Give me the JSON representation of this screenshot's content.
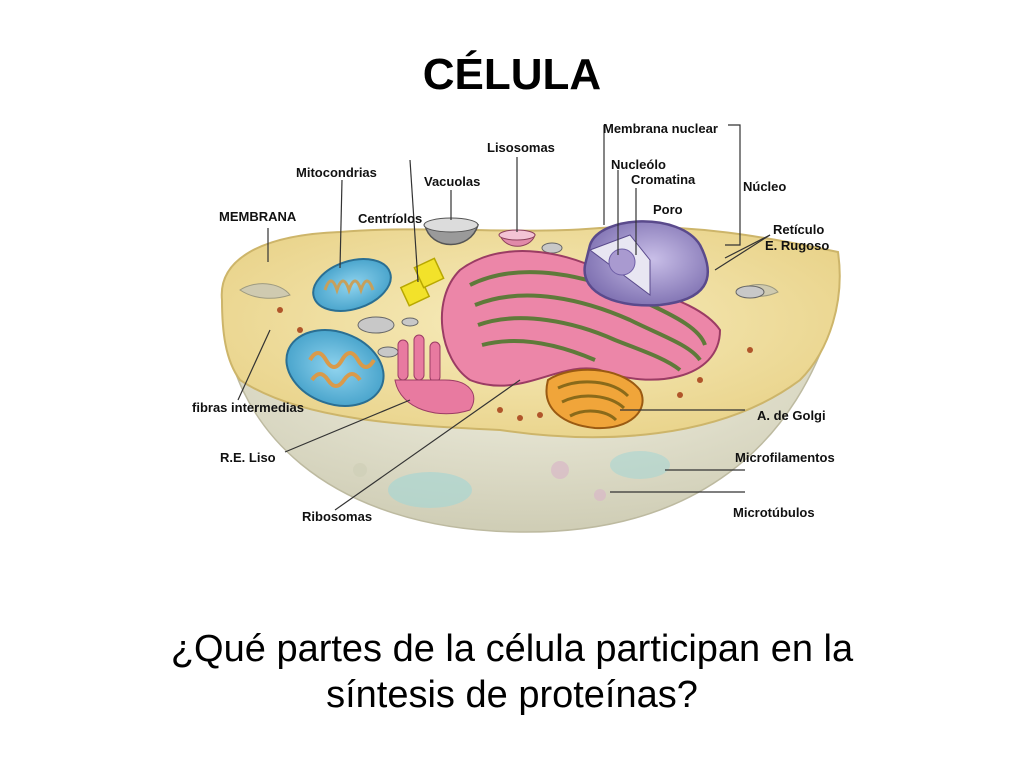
{
  "slide": {
    "title": "CÉLULA",
    "question_line1": "¿Qué partes de la célula participan en la",
    "question_line2": "síntesis de proteínas?"
  },
  "diagram": {
    "labels": {
      "membrana": "MEMBRANA",
      "mitocondrias": "Mitocondrias",
      "centriolos": "Centríolos",
      "vacuolas": "Vacuolas",
      "lisosomas": "Lisosomas",
      "membrana_nuclear": "Membrana nuclear",
      "nucleolo": "Nucleólo",
      "cromatina": "Cromatina",
      "poro": "Poro",
      "nucleo": "Núcleo",
      "reticulo_line1": "Retículo",
      "reticulo_line2": "E. Rugoso",
      "fibras": "fibras intermedias",
      "re_liso": "R.E. Liso",
      "ribosomas": "Ribosomas",
      "golgi": "A. de Golgi",
      "microfilamentos": "Microfilamentos",
      "microtubulos": "Microtúbulos"
    },
    "colors": {
      "cytoplasm": "#f2e3a6",
      "cell_base": "#e4e2cf",
      "nucleus": "#9d8fc4",
      "reticulum": "#e86d9a",
      "golgi": "#f0a53a",
      "mitochondria": "#5cb5d8",
      "centriole": "#f2e22a"
    }
  }
}
